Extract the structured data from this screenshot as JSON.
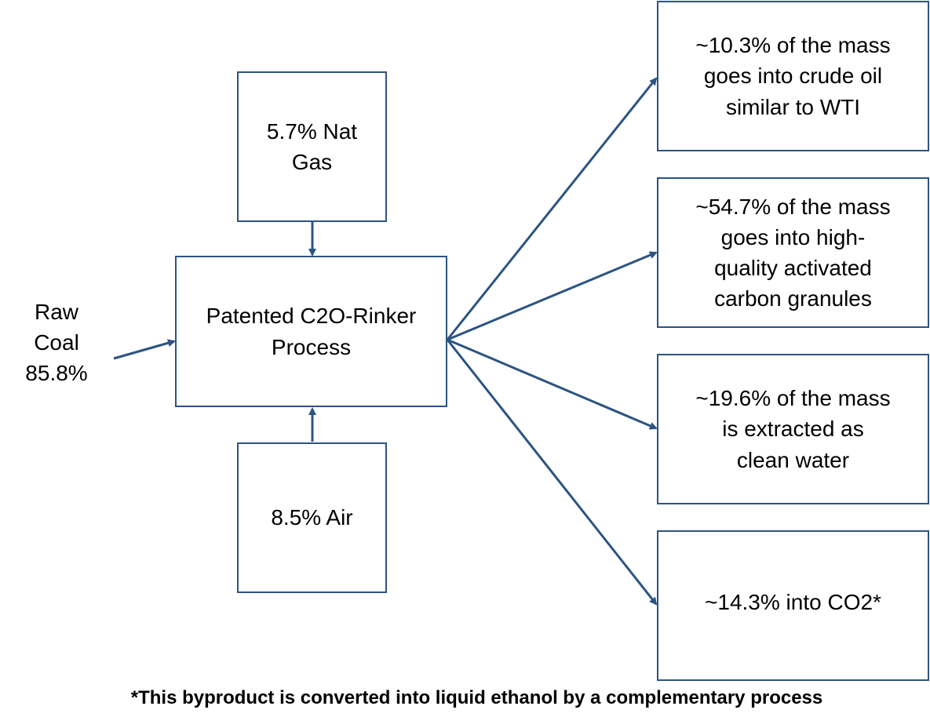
{
  "diagram": {
    "inputs": {
      "nat_gas": "5.7% Nat\nGas",
      "air": "8.5% Air",
      "raw_coal": "Raw\nCoal\n85.8%"
    },
    "process": {
      "label": "Patented C2O-Rinker\nProcess"
    },
    "outputs": [
      {
        "label": "~10.3% of the mass\ngoes into crude oil\nsimilar to WTI"
      },
      {
        "label": "~54.7% of the mass\ngoes into high-\nquality activated\ncarbon granules"
      },
      {
        "label": "~19.6% of the mass\nis extracted as\nclean water"
      },
      {
        "label": "~14.3% into CO2*"
      }
    ],
    "footnote": "*This byproduct is converted into liquid ethanol by a complementary process",
    "colors": {
      "line": "#2c5482",
      "text": "#000000",
      "background": "#ffffff"
    }
  }
}
